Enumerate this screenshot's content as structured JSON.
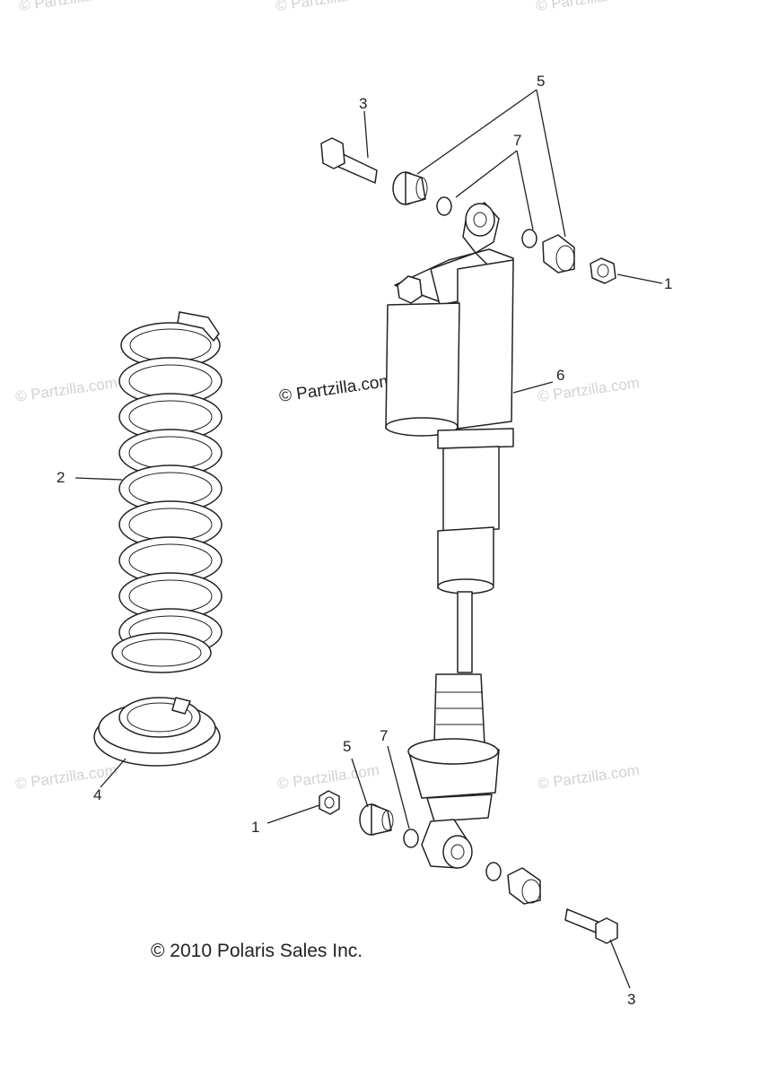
{
  "watermarks": {
    "text": "© Partzilla.com",
    "prominent": "© Partzilla.com"
  },
  "copyright": "© 2010 Polaris Sales Inc.",
  "callouts": {
    "c1_top": "1",
    "c1_bottom": "1",
    "c2": "2",
    "c3_top": "3",
    "c3_bottom": "3",
    "c4": "4",
    "c5_top": "5",
    "c5_bottom": "5",
    "c6": "6",
    "c7_top": "7",
    "c7_bottom": "7"
  }
}
